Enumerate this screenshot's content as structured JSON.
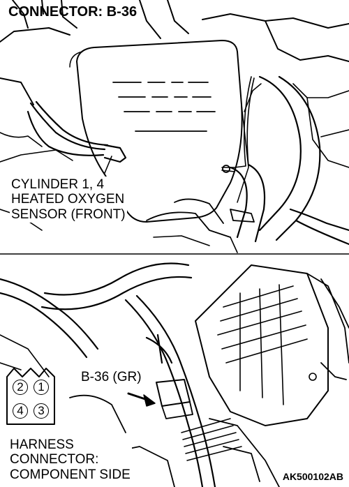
{
  "diagram": {
    "title": "CONNECTOR: B-36",
    "sensor_label": [
      "CYLINDER 1, 4",
      "HEATED OXYGEN",
      "SENSOR (FRONT)"
    ],
    "connector_callout": "B-36 (GR)",
    "harness_label": [
      "HARNESS",
      "CONNECTOR:",
      "COMPONENT SIDE"
    ],
    "pins": [
      "2",
      "1",
      "4",
      "3"
    ],
    "figure_code": "AK500102AB"
  }
}
